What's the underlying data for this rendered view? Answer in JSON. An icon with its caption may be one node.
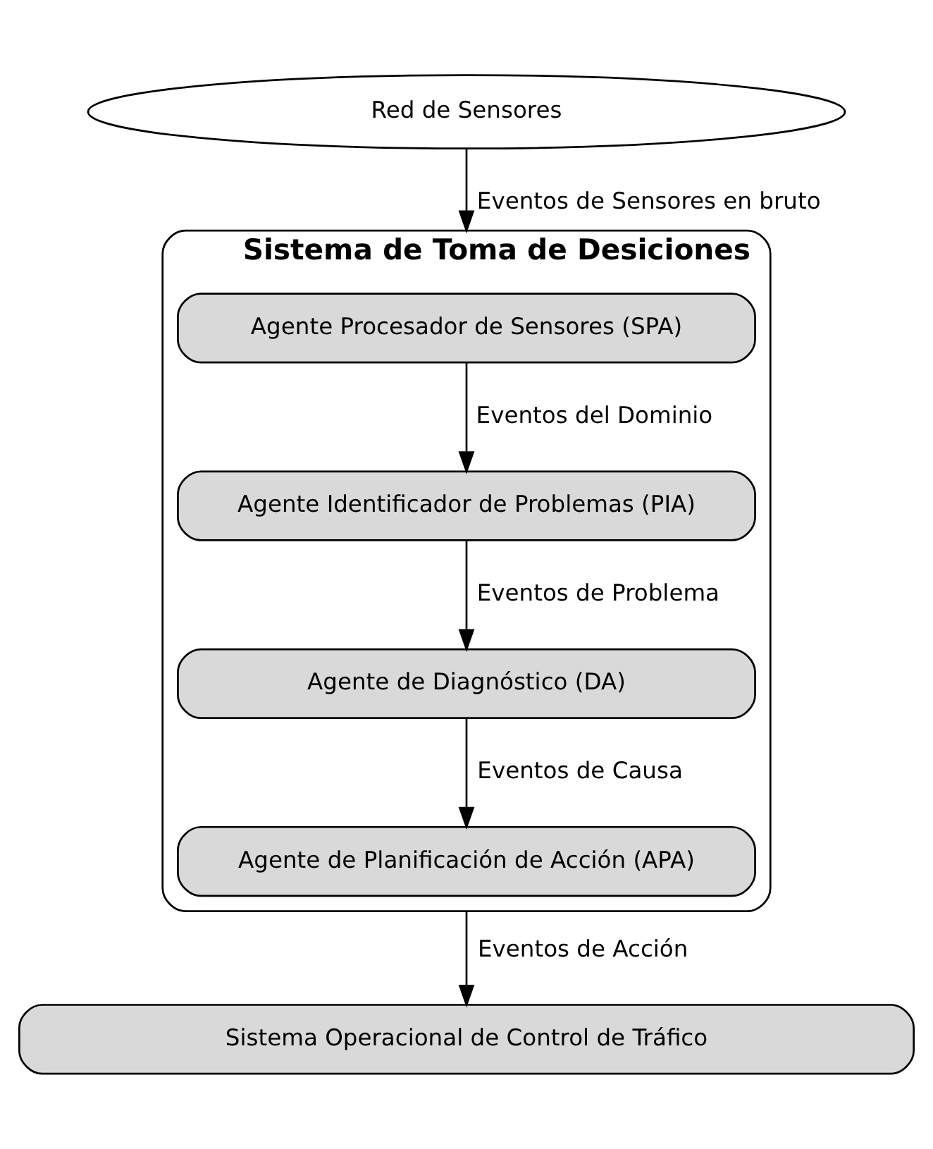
{
  "diagram": {
    "nodes": [
      {
        "text": [
          "Red de Sensores"
        ]
      },
      {
        "text": [
          "Sistema de Toma de Desiciones"
        ]
      },
      {
        "text": [
          "Agente Procesador de Sensores (SPA)"
        ],
        "in": 1
      },
      {
        "text": [
          "Agente Identificador de Problemas (PIA)"
        ],
        "in": 1
      },
      {
        "text": [
          "Agente de Diagnóstico (DA)"
        ],
        "in": 1
      },
      {
        "text": [
          "Agente de Planificación de Acción (APA)"
        ],
        "in": 1
      },
      {
        "text": [
          "Sistema Operacional de Control de Tráfico"
        ]
      }
    ],
    "edges": [
      {
        "from": 0,
        "to": 1,
        "arrow": "to",
        "label": "Eventos de Sensores en bruto"
      },
      {
        "from": 2,
        "to": 3,
        "arrow": "to",
        "label": "Eventos del Dominio"
      },
      {
        "from": 3,
        "to": 4,
        "arrow": "to",
        "label": "Eventos de Problema"
      },
      {
        "from": 4,
        "to": 5,
        "arrow": "to",
        "label": "Eventos de Causa"
      },
      {
        "from": 1,
        "to": 6,
        "arrow": "to",
        "label": "Eventos de Acción"
      }
    ]
  }
}
